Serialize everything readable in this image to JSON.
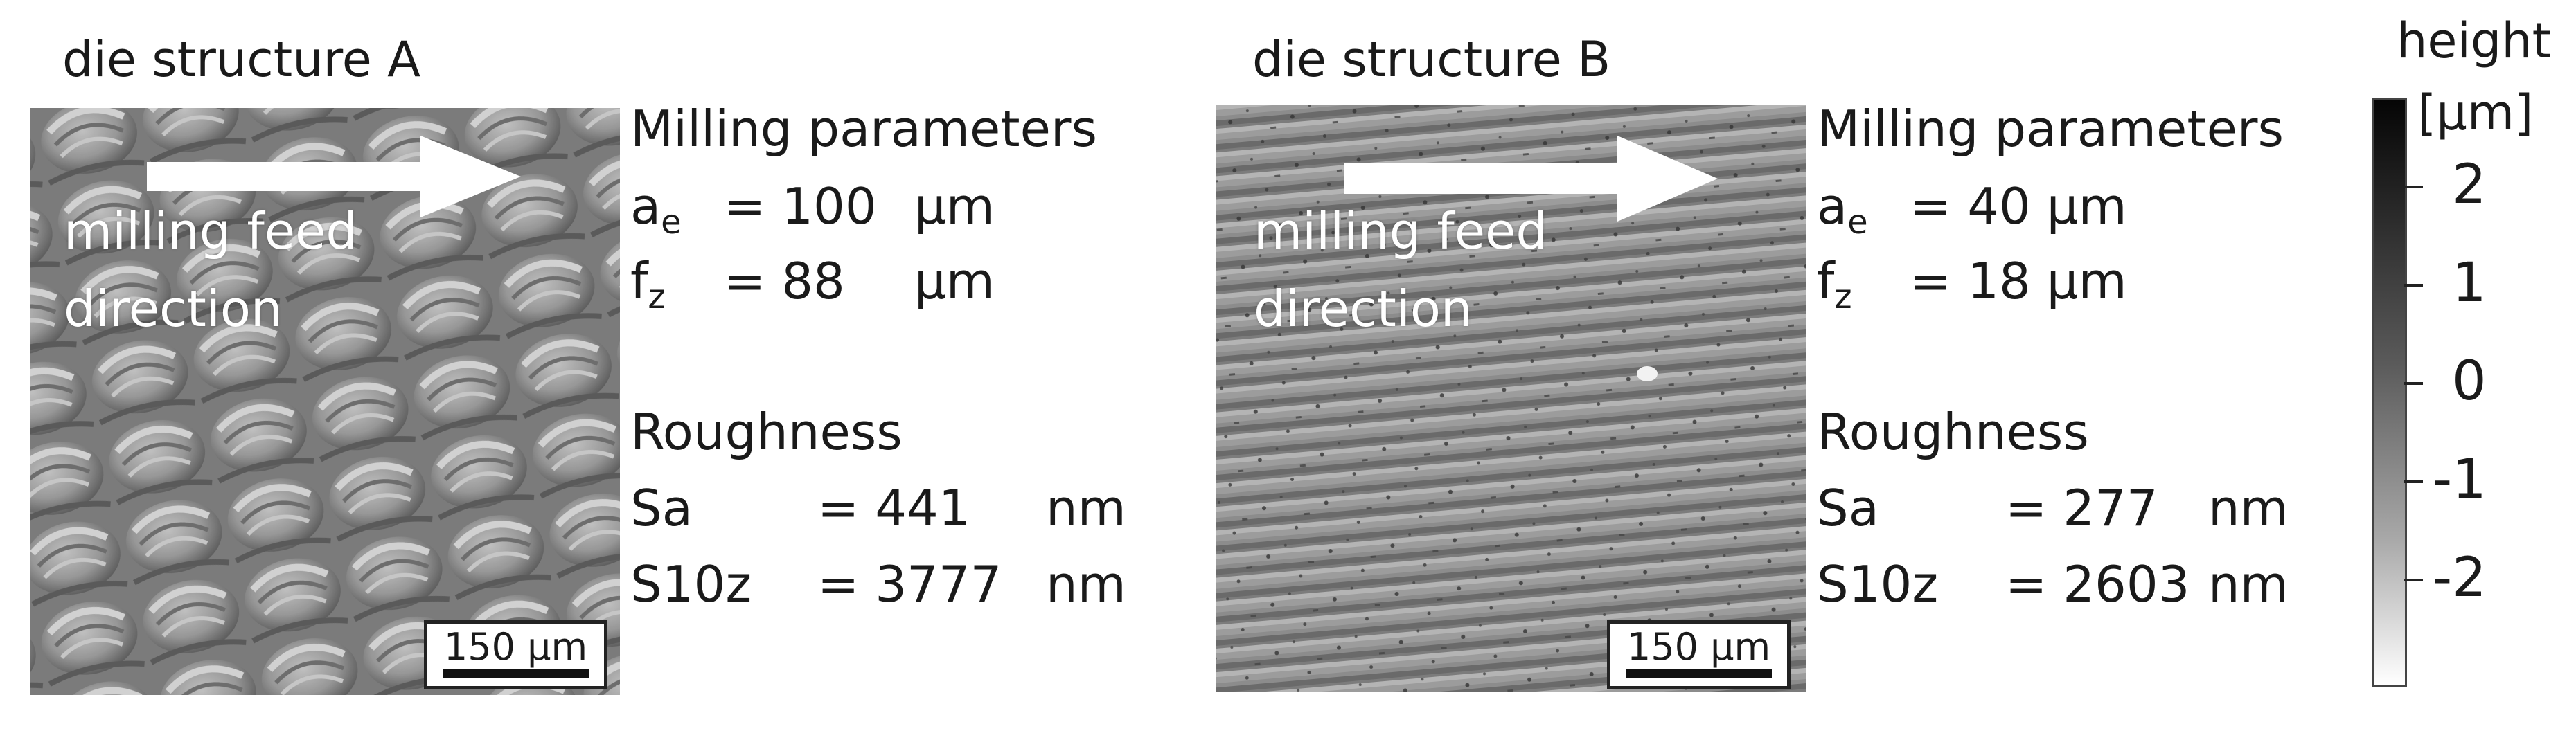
{
  "panels": [
    {
      "title": "die structure A",
      "overlay_line1": "milling feed",
      "overlay_line2": "direction",
      "scale_bar": "150 µm",
      "params_heading": "Milling parameters",
      "ae": {
        "sym": "a",
        "sub": "e",
        "eq": "= 100",
        "unit": "µm"
      },
      "fz": {
        "sym": "f",
        "sub": "z",
        "eq": "= 88",
        "unit": "µm"
      },
      "roughness_heading": "Roughness",
      "sa": {
        "label": "Sa",
        "eq": "= 441",
        "unit": "nm"
      },
      "s10z": {
        "label": "S10z",
        "eq": "= 3777",
        "unit": "nm"
      }
    },
    {
      "title": "die structure B",
      "overlay_line1": "milling feed",
      "overlay_line2": "direction",
      "scale_bar": "150 µm",
      "params_heading": "Milling parameters",
      "ae": {
        "sym": "a",
        "sub": "e",
        "eq": "= 40 µm",
        "unit": ""
      },
      "fz": {
        "sym": "f",
        "sub": "z",
        "eq": "= 18 µm",
        "unit": ""
      },
      "roughness_heading": "Roughness",
      "sa": {
        "label": "Sa",
        "eq": "= 277",
        "unit": "nm"
      },
      "s10z": {
        "label": "S10z",
        "eq": "= 2603",
        "unit": "nm"
      }
    }
  ],
  "colorbar": {
    "title": "height",
    "unit": "[µm]",
    "ticks": [
      "2",
      "1",
      "0",
      "-1",
      "-2"
    ],
    "colors": {
      "top": "#050505",
      "bottom": "#ffffff"
    }
  }
}
